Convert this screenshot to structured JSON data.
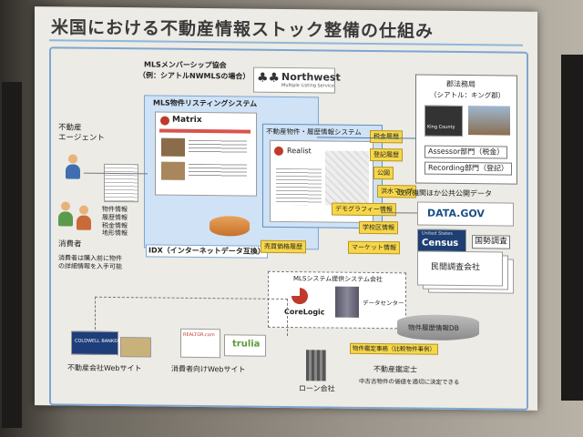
{
  "title": "米国における不動産情報ストック整備の仕組み",
  "mls": {
    "association": "MLSメンバーシップ協会",
    "example": "（例：シアトルNWMLSの場合）",
    "northwest_name": "Northwest",
    "northwest_sub": "Multiple Listing Service",
    "listing_system": "MLS物件リスティングシステム",
    "matrix_label": "Matrix",
    "history_system": "不動産物件・履歴情報システム",
    "realist_label": "Realist",
    "idx": "IDX（インターネットデータ互換）"
  },
  "left": {
    "agent": "不動産\nエージェント",
    "info_items": "物件情報\n履歴情報\n税金情報\n地形情報",
    "consumer": "消費者",
    "consumer_note": "消費者は購入前に物件\nの詳細情報を入手可能"
  },
  "tags": [
    "税金履歴",
    "登記履歴",
    "公図",
    "洪水マップ",
    "デモグラフィー情報",
    "学校区情報",
    "マーケット情報",
    "売買価格履歴"
  ],
  "right": {
    "county": "郡法務局",
    "county_sub": "（シアトル：キング郡）",
    "king_county": "King County",
    "assessor": "Assessor部門（税金）",
    "recording": "Recording部門（登記）",
    "gov_header": "政府機関ほか公共公開データ",
    "datagov": "DATA.GOV",
    "census": "Census",
    "census_sub": "United States",
    "kokusei": "国勢調査",
    "minkan": "民間調査会社"
  },
  "provider": {
    "label": "MLSシステム提供システム会社",
    "corelogic": "CoreLogic",
    "datacenter": "データセンター"
  },
  "history_db": "物件履歴情報DB",
  "appraisal": {
    "item": "物件鑑定事務（比較物件事例）",
    "label": "不動産鑑定士",
    "note": "中古古物件の価値を適切に決定できる"
  },
  "bottom": {
    "coldwell": "COLDWELL BANKER",
    "re_co_label": "不動産会社Webサイト",
    "realtor": "REALTOR.com",
    "trulia": "trulia",
    "consumer_web_label": "消費者向けWebサイト",
    "loan": "ローン会社"
  },
  "colors": {
    "slide_bg": "#ecebe6",
    "panel_blue": "#cfe2f6",
    "tag_yellow": "#f7d74a",
    "accent_red": "#c0392b"
  }
}
